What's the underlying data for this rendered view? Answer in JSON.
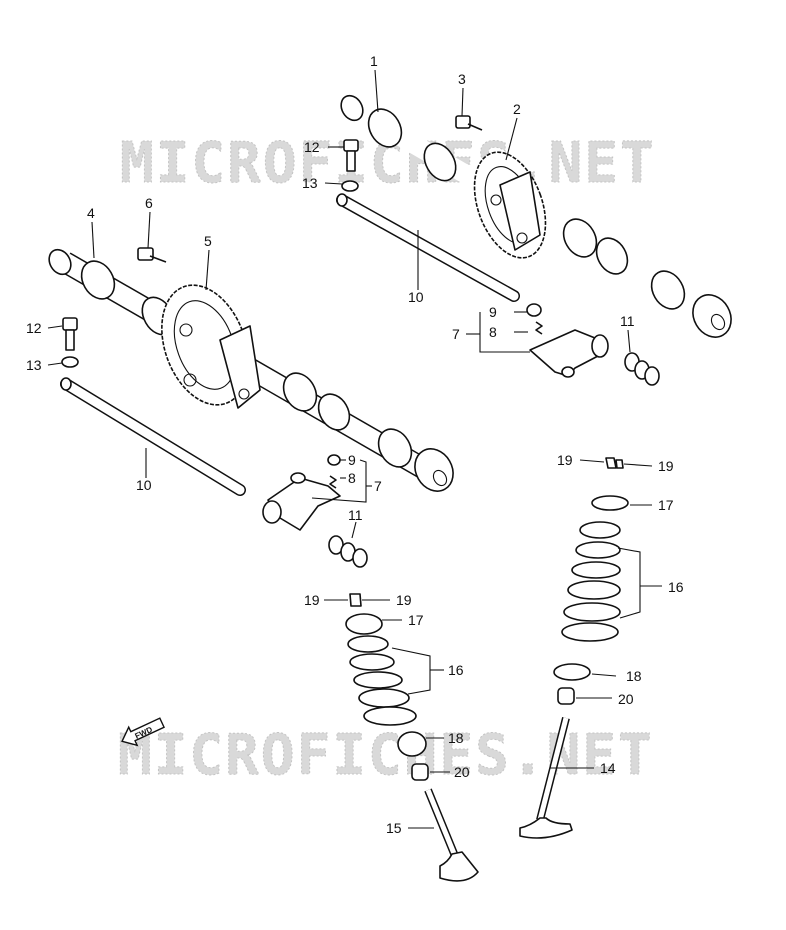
{
  "watermark": "MICROFICHES.NET",
  "fwd_label": "FWD",
  "callouts": {
    "c1": "1",
    "c2": "2",
    "c3": "3",
    "c4": "4",
    "c5": "5",
    "c6": "6",
    "c7a": "7",
    "c7b": "7",
    "c8a": "8",
    "c8b": "8",
    "c9a": "9",
    "c9b": "9",
    "c10a": "10",
    "c10b": "10",
    "c11a": "11",
    "c11b": "11",
    "c12a": "12",
    "c12b": "12",
    "c13a": "13",
    "c13b": "13",
    "c14": "14",
    "c15": "15",
    "c16a": "16",
    "c16b": "16",
    "c17a": "17",
    "c17b": "17",
    "c18a": "18",
    "c18b": "18",
    "c19a": "19",
    "c19b": "19",
    "c19c": "19",
    "c19d": "19",
    "c20a": "20",
    "c20b": "20"
  }
}
